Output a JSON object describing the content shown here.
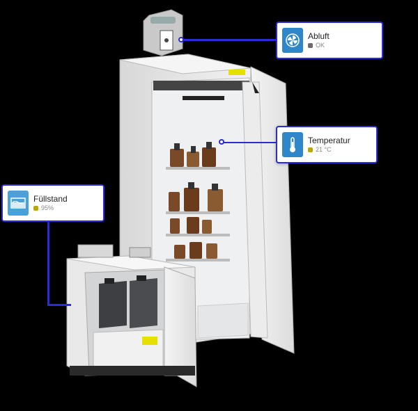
{
  "callouts": {
    "abluft": {
      "title": "Abluft",
      "value": "OK",
      "status_color": "#6b6b6b",
      "icon": "fan-icon",
      "icon_color": "#2f86c8"
    },
    "temperatur": {
      "title": "Temperatur",
      "value": "21 °C",
      "status_color": "#b8a800",
      "icon": "thermometer-icon",
      "icon_color": "#2f86c8"
    },
    "fuellstand": {
      "title": "Füllstand",
      "value": "95%",
      "status_color": "#b8a800",
      "icon": "tank-icon",
      "icon_color": "#2f86c8"
    }
  },
  "accent_color": "#2b2bd9"
}
